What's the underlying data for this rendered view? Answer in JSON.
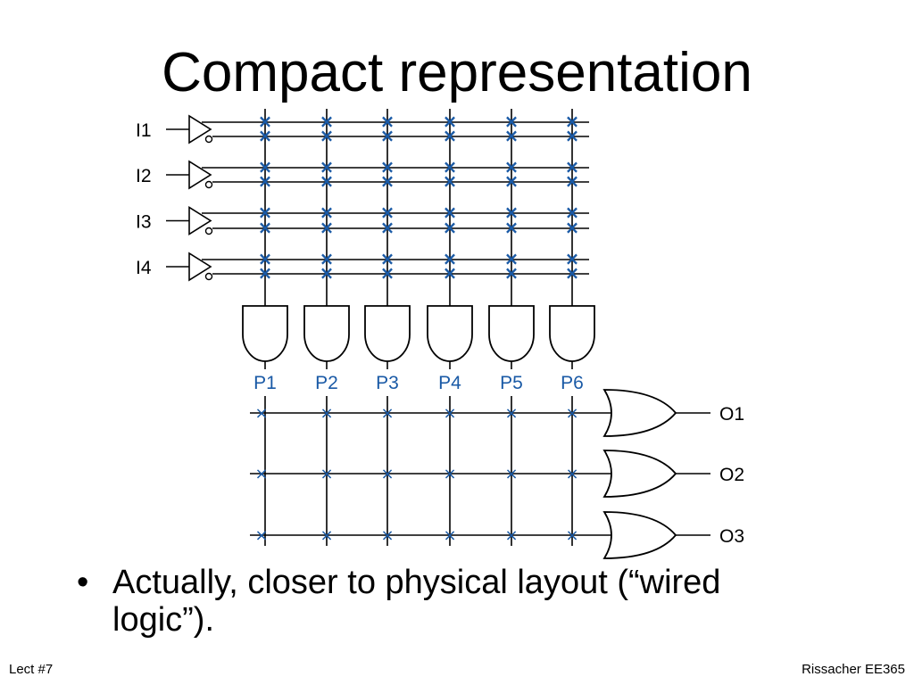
{
  "slide": {
    "title": "Compact representation",
    "bullet_char": "•",
    "bullet_text": "Actually, closer to physical layout (“wired logic”).",
    "footer_left": "Lect #7",
    "footer_right": "Rissacher EE365"
  },
  "diagram": {
    "inputs": [
      "I1",
      "I2",
      "I3",
      "I4"
    ],
    "products": [
      "P1",
      "P2",
      "P3",
      "P4",
      "P5",
      "P6"
    ],
    "outputs": [
      "O1",
      "O2",
      "O3"
    ],
    "connection_mark": "×",
    "colors": {
      "wire": "#000000",
      "connection": "#1a5aa6",
      "product_label": "#1a5aa6"
    }
  }
}
